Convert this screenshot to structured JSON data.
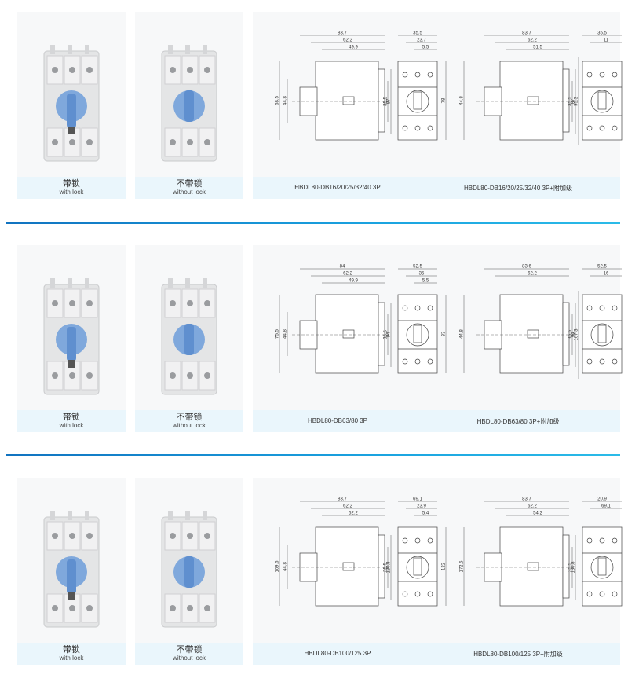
{
  "sections": [
    {
      "cards": [
        {
          "cn": "带锁",
          "en": "with lock",
          "lock": true
        },
        {
          "cn": "不带锁",
          "en": "without lock",
          "lock": false
        }
      ],
      "drawings": [
        {
          "label": "HBDL80-DB16/20/25/32/40  3P",
          "side_top": [
            "83.7",
            "62.2",
            "49.9"
          ],
          "side_left": [
            "68.5",
            "44.8"
          ],
          "side_right": [
            "35.5",
            "87"
          ],
          "front_top": [
            "35.5",
            "23.7",
            "5.5"
          ],
          "front_right": [
            "78"
          ]
        },
        {
          "label": "HBDL80-DB16/20/25/32/40  3P+附加级",
          "side_top": [
            "83.7",
            "62.2",
            "51.5"
          ],
          "side_left": [
            "44.8"
          ],
          "side_right": [
            "35.5",
            "87",
            "95.3"
          ],
          "front_top": [
            "35.5",
            "11"
          ],
          "front_right": []
        }
      ]
    },
    {
      "cards": [
        {
          "cn": "带锁",
          "en": "with lock",
          "lock": true
        },
        {
          "cn": "不带锁",
          "en": "without lock",
          "lock": false
        }
      ],
      "drawings": [
        {
          "label": "HBDL80-DB63/80  3P",
          "side_top": [
            "84",
            "62.2",
            "49.9"
          ],
          "side_left": [
            "75.5",
            "44.8"
          ],
          "side_right": [
            "35.5",
            "94"
          ],
          "front_top": [
            "52.5",
            "35",
            "5.5"
          ],
          "front_right": [
            "83"
          ]
        },
        {
          "label": "HBDL80-DB63/80  3P+附加级",
          "side_top": [
            "83.6",
            "62.2"
          ],
          "side_left": [
            "44.8"
          ],
          "side_right": [
            "35.5",
            "94",
            "107.3"
          ],
          "front_top": [
            "52.5",
            "16"
          ],
          "front_right": []
        }
      ]
    },
    {
      "cards": [
        {
          "cn": "带锁",
          "en": "with lock",
          "lock": true
        },
        {
          "cn": "不带锁",
          "en": "without lock",
          "lock": false
        }
      ],
      "drawings": [
        {
          "label": "HBDL80-DB100/125  3P",
          "side_top": [
            "83.7",
            "62.2",
            "52.2"
          ],
          "side_left": [
            "109.6",
            "44.8"
          ],
          "side_right": [
            "35.5",
            "130.8"
          ],
          "front_top": [
            "69.1",
            "23.9",
            "5.4"
          ],
          "front_right": [
            "122"
          ]
        },
        {
          "label": "HBDL80-DB100/125  3P+附加级",
          "side_top": [
            "83.7",
            "62.2",
            "54.2"
          ],
          "side_left": [
            "172.5"
          ],
          "side_right": [
            "35.5",
            "130.8"
          ],
          "front_top": [
            "20.9",
            "69.1"
          ],
          "front_right": []
        }
      ]
    }
  ],
  "colors": {
    "knob": "#7fa8dc",
    "band": "#eaf6fc",
    "divider": "#1a8fd6"
  }
}
